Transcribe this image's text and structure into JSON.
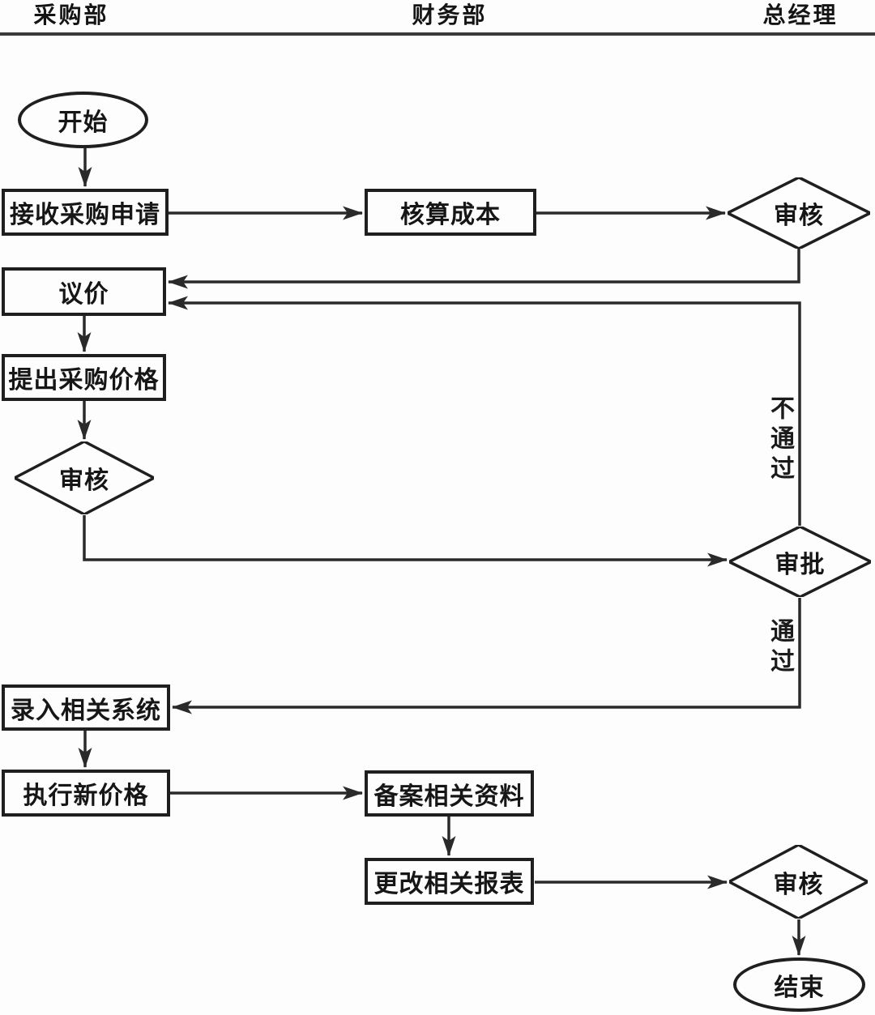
{
  "header": {
    "lanes": [
      {
        "label": "采购部"
      },
      {
        "label": "财务部"
      },
      {
        "label": "总经理"
      }
    ]
  },
  "nodes": {
    "start": {
      "label": "开始",
      "type": "terminator"
    },
    "receive_request": {
      "label": "接收采购申请",
      "type": "process"
    },
    "calculate_cost": {
      "label": "核算成本",
      "type": "process"
    },
    "review_manager_top": {
      "label": "审核",
      "type": "decision"
    },
    "negotiate_price": {
      "label": "议价",
      "type": "process"
    },
    "propose_price": {
      "label": "提出采购价格",
      "type": "process"
    },
    "review_purchasing": {
      "label": "审核",
      "type": "decision"
    },
    "approve": {
      "label": "审批",
      "type": "decision"
    },
    "enter_system": {
      "label": "录入相关系统",
      "type": "process"
    },
    "execute_new_price": {
      "label": "执行新价格",
      "type": "process"
    },
    "file_materials": {
      "label": "备案相关资料",
      "type": "process"
    },
    "update_reports": {
      "label": "更改相关报表",
      "type": "process"
    },
    "review_manager_bottom": {
      "label": "审核",
      "type": "decision"
    },
    "end": {
      "label": "结束",
      "type": "terminator"
    }
  },
  "edge_labels": {
    "not_pass": "不通过",
    "pass": "通过"
  },
  "edges": [
    {
      "from": "start",
      "to": "receive_request"
    },
    {
      "from": "receive_request",
      "to": "calculate_cost"
    },
    {
      "from": "calculate_cost",
      "to": "review_manager_top"
    },
    {
      "from": "review_manager_top",
      "to": "negotiate_price"
    },
    {
      "from": "approve",
      "to": "negotiate_price",
      "label": "不通过"
    },
    {
      "from": "negotiate_price",
      "to": "propose_price"
    },
    {
      "from": "propose_price",
      "to": "review_purchasing"
    },
    {
      "from": "review_purchasing",
      "to": "approve"
    },
    {
      "from": "approve",
      "to": "enter_system",
      "label": "通过"
    },
    {
      "from": "enter_system",
      "to": "execute_new_price"
    },
    {
      "from": "execute_new_price",
      "to": "file_materials"
    },
    {
      "from": "file_materials",
      "to": "update_reports"
    },
    {
      "from": "update_reports",
      "to": "review_manager_bottom"
    },
    {
      "from": "review_manager_bottom",
      "to": "end"
    }
  ],
  "colors": {
    "line": "#2a2a2a",
    "node_border": "#1f1f1f",
    "background": "#fdfdfd",
    "text": "#1a1a1a"
  }
}
